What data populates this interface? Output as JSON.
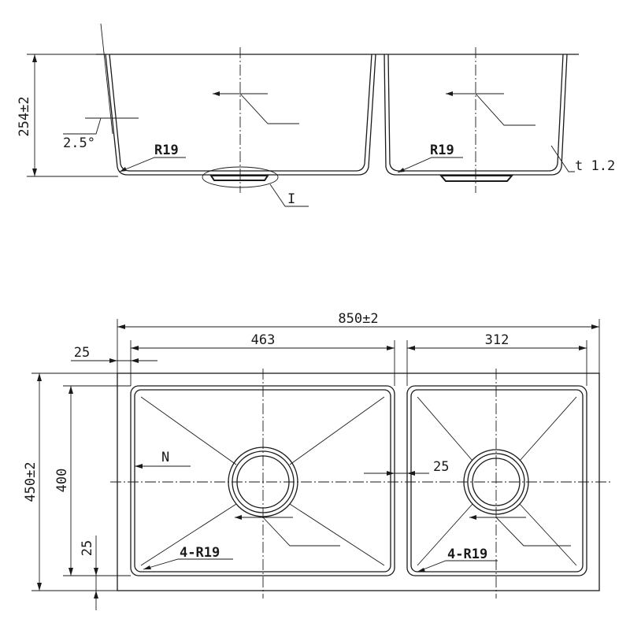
{
  "side_view": {
    "height": "254±2",
    "angle": "2.5°",
    "radius_left": "R19",
    "radius_right": "R19",
    "thickness": "t 1.2",
    "detail": "I"
  },
  "top_view": {
    "overall_width": "850±2",
    "offset_left": "25",
    "bowl_left_width": "463",
    "bowl_right_width": "312",
    "overall_depth": "450±2",
    "bowl_depth": "400",
    "offset_bottom": "25",
    "divider": "25",
    "section_label": "N",
    "corner_left": "4-R19",
    "corner_right": "4-R19"
  }
}
